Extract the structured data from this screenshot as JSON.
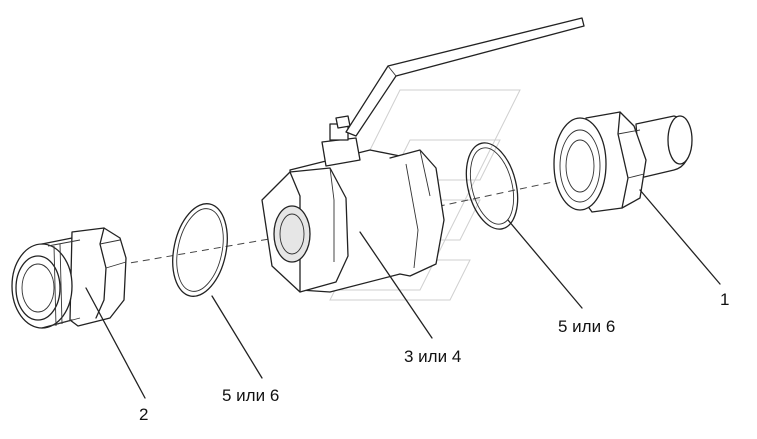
{
  "labels": {
    "part_1": "1",
    "part_2": "2",
    "valve_body": "3 или 4",
    "gasket_left": "5 или 6",
    "gasket_right": "5 или 6"
  }
}
